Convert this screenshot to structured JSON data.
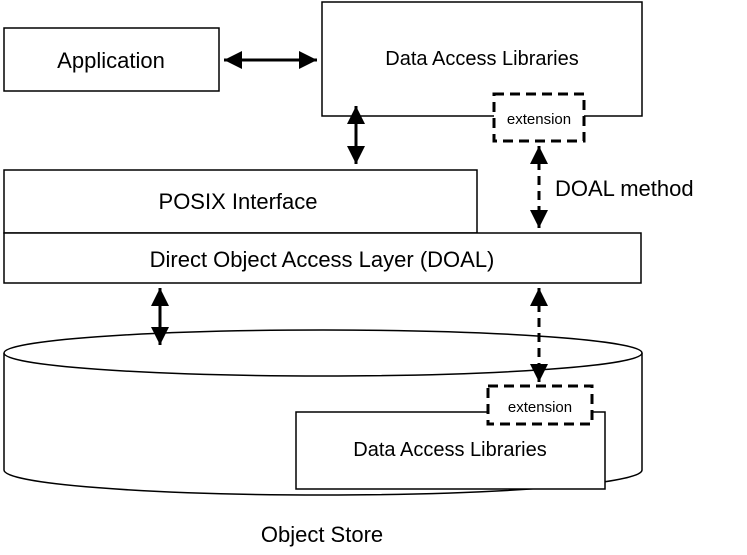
{
  "diagram": {
    "application": "Application",
    "data_access_libraries_top": "Data Access Libraries",
    "extension_top": "extension",
    "doal_method": "DOAL method",
    "posix_interface": "POSIX Interface",
    "doal_layer": "Direct Object Access Layer (DOAL)",
    "extension_bottom": "extension",
    "data_access_libraries_bottom": "Data Access Libraries",
    "object_store": "Object Store"
  }
}
